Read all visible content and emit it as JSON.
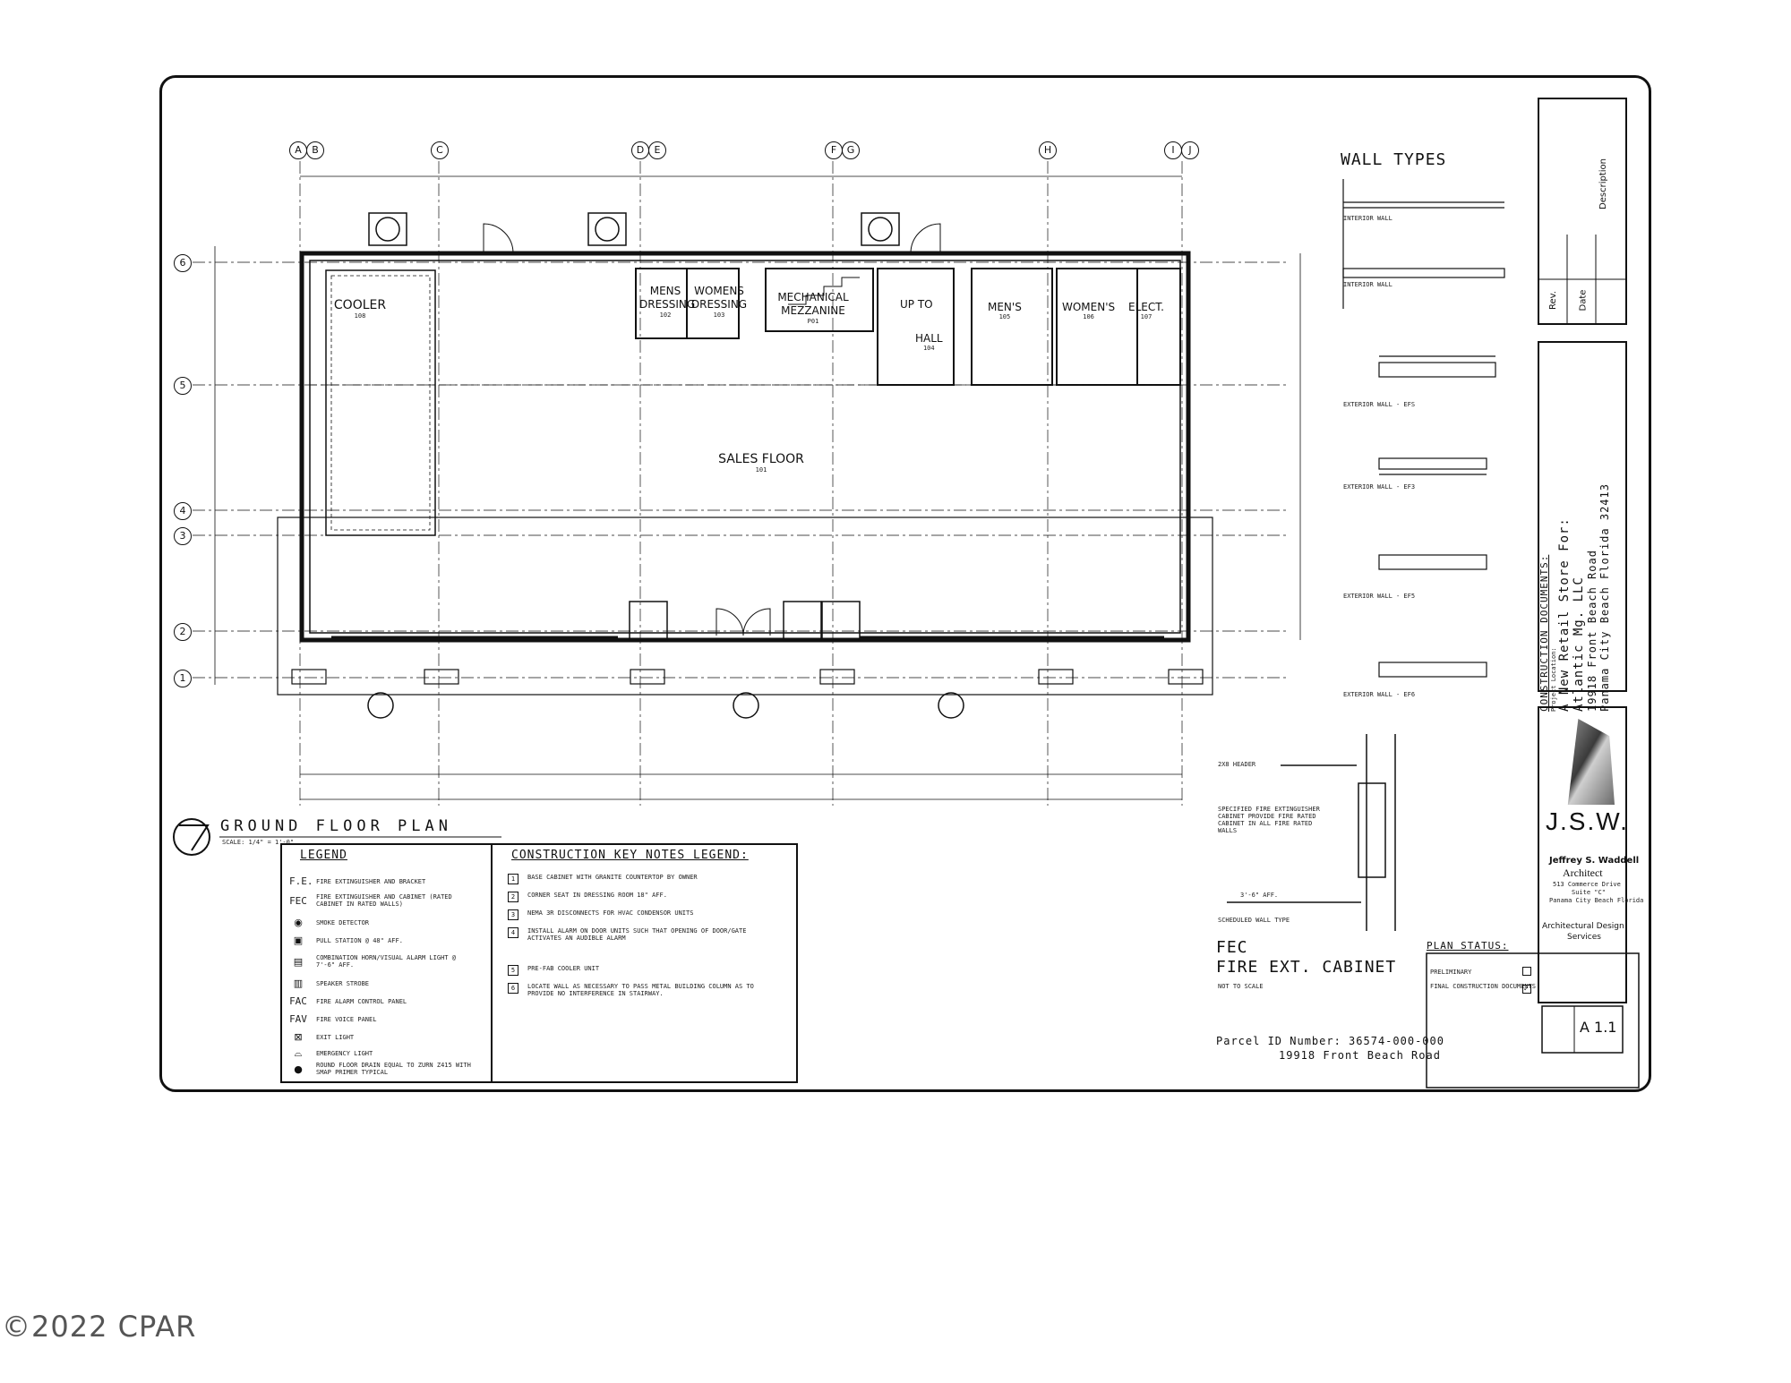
{
  "grid": {
    "columns": [
      "A",
      "B",
      "C",
      "D",
      "E",
      "F",
      "G",
      "H",
      "I",
      "J"
    ],
    "rows": [
      "6",
      "5",
      "4",
      "3",
      "2",
      "1"
    ]
  },
  "rooms": {
    "cooler": {
      "name": "COOLER",
      "num": "108"
    },
    "mens_dressing": {
      "name": "MENS DRESSING",
      "num": "102"
    },
    "womens_dressing": {
      "name": "WOMENS DRESSING",
      "num": "103"
    },
    "mechanical": {
      "name": "MECHANICAL MEZZANINE",
      "num": "P01"
    },
    "up_to": {
      "name": "UP TO"
    },
    "hall": {
      "name": "HALL",
      "num": "104"
    },
    "mens": {
      "name": "MEN'S",
      "num": "105"
    },
    "womens": {
      "name": "WOMEN'S",
      "num": "106"
    },
    "elect": {
      "name": "ELECT.",
      "num": "107"
    },
    "sales_floor": {
      "name": "SALES FLOOR",
      "num": "101"
    }
  },
  "plan_title": "GROUND FLOOR PLAN",
  "plan_scale": "SCALE: 1/4\" = 1'-0\"",
  "wall_types": {
    "title": "WALL TYPES",
    "items": [
      "INTERIOR WALL",
      "INTERIOR WALL",
      "EXTERIOR WALL - EFS",
      "EXTERIOR WALL - EF3",
      "EXTERIOR WALL - EF5",
      "EXTERIOR WALL - EF6"
    ]
  },
  "legend": {
    "title": "LEGEND",
    "items": [
      {
        "sym": "F.E.",
        "text": "FIRE EXTINGUISHER AND BRACKET"
      },
      {
        "sym": "FEC",
        "text": "FIRE EXTINGUISHER AND CABINET (RATED CABINET IN RATED WALLS)"
      },
      {
        "sym": "◉",
        "text": "SMOKE DETECTOR"
      },
      {
        "sym": "▣",
        "text": "PULL STATION @ 48\" AFF."
      },
      {
        "sym": "▤",
        "text": "COMBINATION HORN/VISUAL ALARM LIGHT @ 7'-6\" AFF."
      },
      {
        "sym": "▥",
        "text": "SPEAKER STROBE"
      },
      {
        "sym": "FAC",
        "text": "FIRE ALARM CONTROL PANEL"
      },
      {
        "sym": "FAV",
        "text": "FIRE VOICE PANEL"
      },
      {
        "sym": "⊠",
        "text": "EXIT LIGHT"
      },
      {
        "sym": "⌓",
        "text": "EMERGENCY LIGHT"
      },
      {
        "sym": "●",
        "text": "ROUND FLOOR DRAIN EQUAL TO ZURN Z415 WITH SMAP PRIMER TYPICAL"
      }
    ]
  },
  "key_notes": {
    "title": "CONSTRUCTION KEY NOTES LEGEND:",
    "items": [
      {
        "n": "1",
        "text": "BASE CABINET WITH GRANITE COUNTERTOP BY OWNER"
      },
      {
        "n": "2",
        "text": "CORNER SEAT IN DRESSING ROOM 18\" AFF."
      },
      {
        "n": "3",
        "text": "NEMA 3R DISCONNECTS FOR HVAC CONDENSOR UNITS"
      },
      {
        "n": "4",
        "text": "INSTALL ALARM ON DOOR UNITS SUCH THAT OPENING OF DOOR/GATE ACTIVATES AN AUDIBLE ALARM"
      },
      {
        "n": "5",
        "text": "PRE-FAB COOLER UNIT"
      },
      {
        "n": "6",
        "text": "LOCATE WALL AS NECESSARY TO PASS METAL BUILDING COLUMN AS TO PROVIDE NO INTERFERENCE IN STAIRWAY."
      }
    ]
  },
  "fec_detail": {
    "header_label": "2X8 HEADER",
    "note": "SPECIFIED FIRE EXTINGUISHER CABINET PROVIDE FIRE RATED CABINET IN ALL FIRE RATED WALLS",
    "height": "3'-6\" AFF.",
    "wall_label": "SCHEDULED WALL TYPE",
    "title1": "FEC",
    "title2": "FIRE EXT. CABINET",
    "scale": "NOT TO SCALE"
  },
  "parcel": {
    "line1": "Parcel ID Number: 36574-000-000",
    "line2": "19918 Front Beach Road"
  },
  "plan_status": {
    "title": "PLAN STATUS:",
    "prelim": "PRELIMINARY",
    "final": "FINAL CONSTRUCTION DOCUMENTS"
  },
  "title_block": {
    "rev": "Rev.",
    "date": "Date",
    "description": "Description",
    "project_heading": "CONSTRUCTION DOCUMENTS:",
    "project_sub": "Project Location:",
    "project_name": "A New Retail Store For:",
    "client": "Atlantic Mg. LLC",
    "address1": "19918 Front Beach Road",
    "address2": "Panama City Beach Florida 32413",
    "firm": "J.S.W.",
    "architect": "Jeffrey S. Waddell",
    "title_arch": "Architect",
    "firm_addr1": "513 Commerce Drive",
    "firm_addr2": "Suite \"C\"",
    "firm_addr3": "Panama City Beach Florida",
    "services1": "Architectural Design",
    "services2": "Services",
    "sheet": "A 1.1"
  },
  "watermark": "©2022 CPAR"
}
